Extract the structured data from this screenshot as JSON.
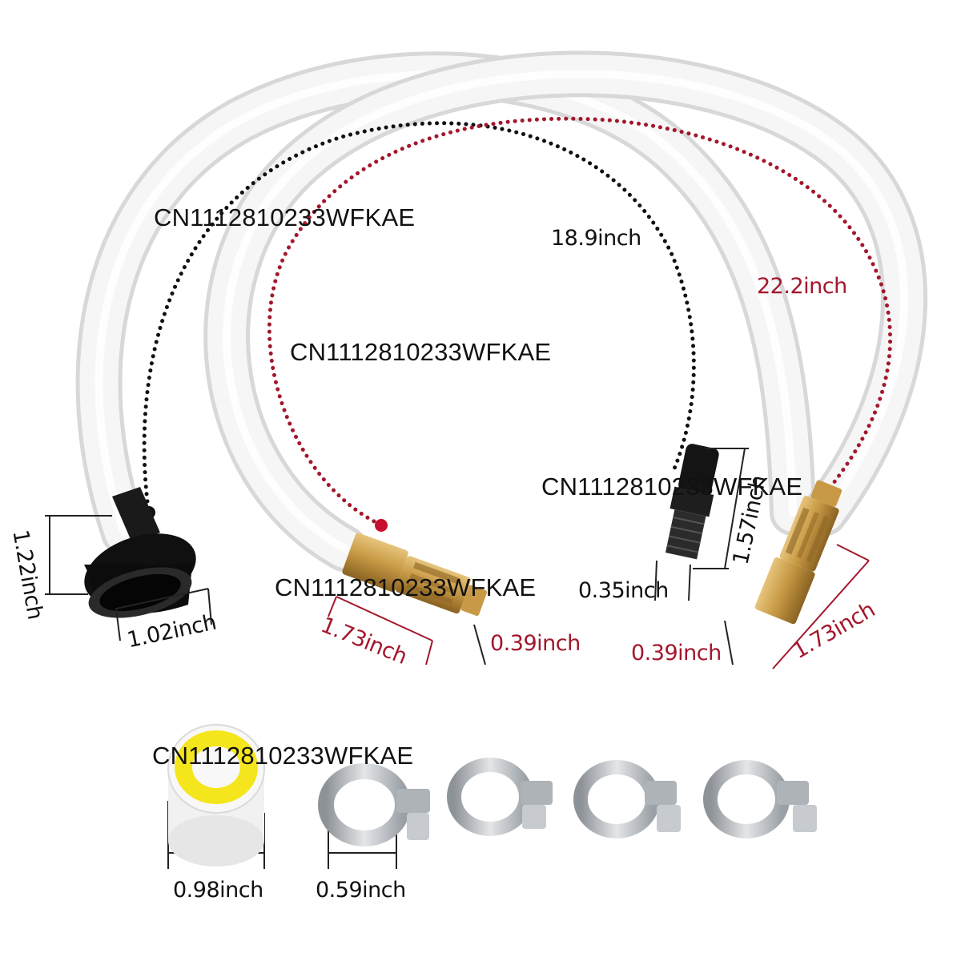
{
  "colors": {
    "dimension_dark": "#111111",
    "dimension_red": "#a3172c",
    "tube": "#eeeeee",
    "brass": "#c7a04f",
    "teflon_tape": "#f5e51c",
    "clamp_steel": "#bfc3c7"
  },
  "watermark": "CN1112810233WFKAE",
  "dimensions": {
    "hose_black_length": "18.9inch",
    "hose_red_length": "22.2inch",
    "cap_height": "1.22inch",
    "cap_width": "1.02inch",
    "coupler_left_length": "1.73inch",
    "coupler_left_width": "0.39inch",
    "nipple_length": "1.57inch",
    "nipple_width": "0.35inch",
    "coupler_right_width": "0.39inch",
    "coupler_right_length": "1.73inch",
    "tape_width": "0.98inch",
    "clamp_width": "0.59inch"
  }
}
